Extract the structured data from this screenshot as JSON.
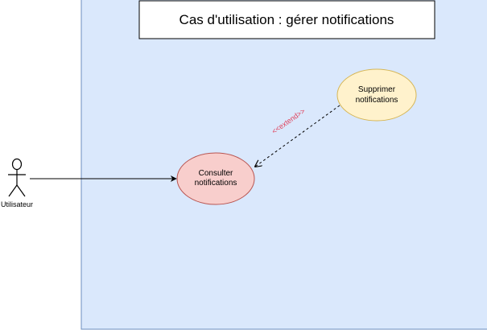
{
  "diagram": {
    "title": "Cas d'utilisation : gérer notifications",
    "actor": {
      "label": "Utilisateur"
    },
    "use_cases": {
      "consult": {
        "line1": "Consulter",
        "line2": "notifications"
      },
      "delete": {
        "line1": "Supprimer",
        "line2": "notifications"
      }
    },
    "relation": {
      "label": "<<extend>>"
    }
  },
  "colors": {
    "system_fill": "#dae8fc",
    "system_stroke": "#6c8ebf",
    "consult_fill": "#f8cecc",
    "consult_stroke": "#b85450",
    "delete_fill": "#fff2cc",
    "delete_stroke": "#d6b656",
    "extend_label": "#e0405a"
  }
}
